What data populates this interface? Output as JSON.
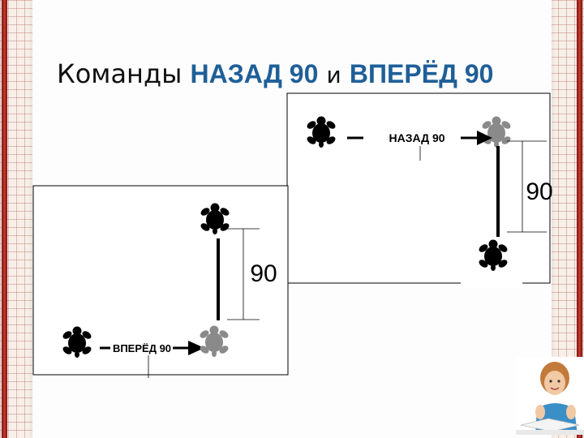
{
  "title": {
    "prefix": "Команды",
    "cmd1": "НАЗАД 90",
    "conj": "и",
    "cmd2": "ВПЕРЁД 90"
  },
  "back_panel": {
    "command_label": "НАЗАД 90",
    "distance_label": "90"
  },
  "forward_panel": {
    "command_label": "ВПЕРЁД 90",
    "distance_label": "90"
  },
  "colors": {
    "title_keyword": "#1f5f98",
    "turtle_start": "#000000",
    "turtle_result": "#8a8a8a",
    "grid_line": "#be786e",
    "border_bar": "#a82a20"
  },
  "icons": [
    "turtle-icon",
    "arrow-icon",
    "girl-illustration"
  ]
}
